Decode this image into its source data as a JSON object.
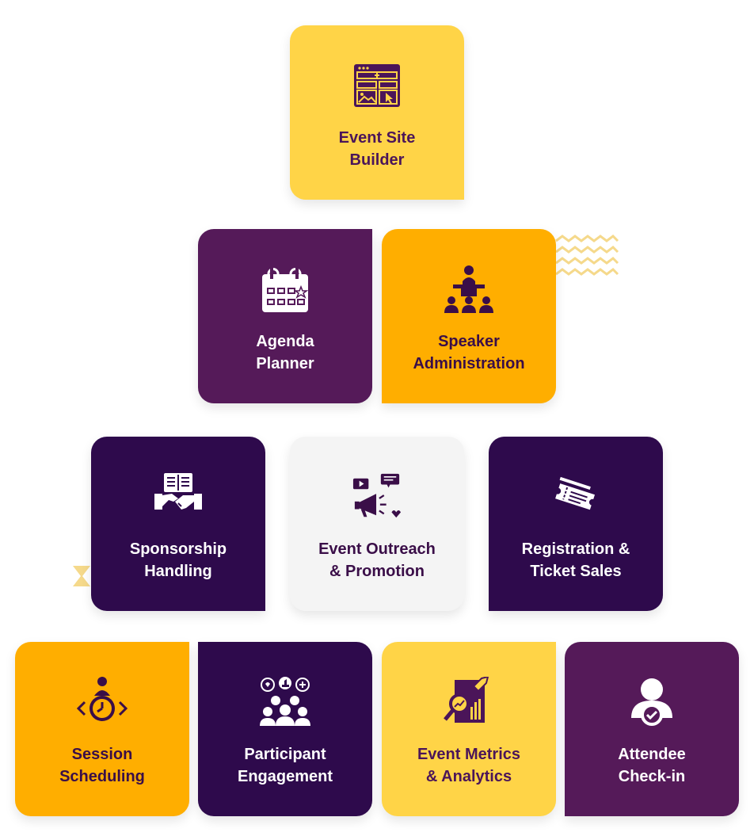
{
  "colors": {
    "yellow": "#FFD447",
    "orange": "#FFAE00",
    "plum": "#551A59",
    "dark_purple": "#2E0A4C",
    "light_gray": "#F4F4F4",
    "deco": "#F5D98B"
  },
  "cards": [
    {
      "id": "event-site-builder",
      "label": "Event Site\nBuilder",
      "icon": "website-builder-icon"
    },
    {
      "id": "agenda-planner",
      "label": "Agenda\nPlanner",
      "icon": "calendar-icon"
    },
    {
      "id": "speaker-administration",
      "label": "Speaker\nAdministration",
      "icon": "speaker-podium-icon"
    },
    {
      "id": "sponsorship-handling",
      "label": "Sponsorship\nHandling",
      "icon": "handshake-icon"
    },
    {
      "id": "event-outreach-promotion",
      "label": "Event Outreach\n& Promotion",
      "icon": "megaphone-icon"
    },
    {
      "id": "registration-ticket-sales",
      "label": "Registration &\nTicket Sales",
      "icon": "ticket-icon"
    },
    {
      "id": "session-scheduling",
      "label": "Session\nScheduling",
      "icon": "clock-person-icon"
    },
    {
      "id": "participant-engagement",
      "label": "Participant\nEngagement",
      "icon": "group-reactions-icon"
    },
    {
      "id": "event-metrics-analytics",
      "label": "Event Metrics\n& Analytics",
      "icon": "analytics-report-icon"
    },
    {
      "id": "attendee-check-in",
      "label": "Attendee\nCheck-in",
      "icon": "user-check-icon"
    }
  ]
}
